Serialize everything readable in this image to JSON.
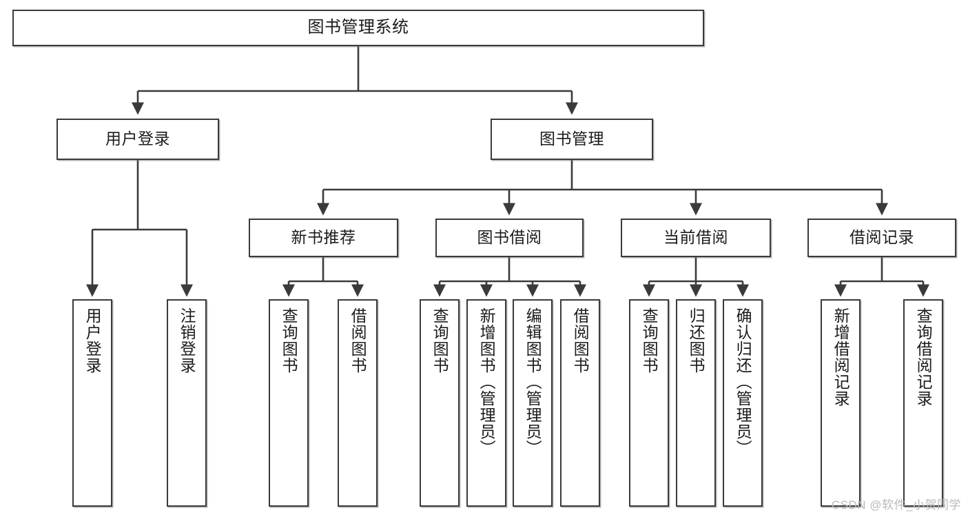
{
  "diagram": {
    "title": "图书管理系统",
    "type": "hierarchy-tree",
    "root": {
      "id": "root",
      "label": "图书管理系统"
    },
    "level2": [
      {
        "id": "user-login",
        "label": "用户登录"
      },
      {
        "id": "book-manage",
        "label": "图书管理"
      }
    ],
    "level3": [
      {
        "id": "new-book-rec",
        "label": "新书推荐",
        "parent": "book-manage"
      },
      {
        "id": "book-borrow",
        "label": "图书借阅",
        "parent": "book-manage"
      },
      {
        "id": "current-borrow",
        "label": "当前借阅",
        "parent": "book-manage"
      },
      {
        "id": "borrow-record",
        "label": "借阅记录",
        "parent": "book-manage"
      }
    ],
    "leaves": [
      {
        "id": "leaf-user-login",
        "label": "用户登录",
        "parent": "user-login"
      },
      {
        "id": "leaf-logout",
        "label": "注销登录",
        "parent": "user-login"
      },
      {
        "id": "leaf-query-book-1",
        "label": "查询图书",
        "parent": "new-book-rec"
      },
      {
        "id": "leaf-borrow-book-1",
        "label": "借阅图书",
        "parent": "new-book-rec"
      },
      {
        "id": "leaf-query-book-2",
        "label": "查询图书",
        "parent": "book-borrow"
      },
      {
        "id": "leaf-add-book",
        "label": "新增图书（管理员）",
        "parent": "book-borrow"
      },
      {
        "id": "leaf-edit-book",
        "label": "编辑图书（管理员）",
        "parent": "book-borrow"
      },
      {
        "id": "leaf-borrow-book-2",
        "label": "借阅图书",
        "parent": "book-borrow"
      },
      {
        "id": "leaf-query-book-3",
        "label": "查询图书",
        "parent": "current-borrow"
      },
      {
        "id": "leaf-return-book",
        "label": "归还图书",
        "parent": "current-borrow"
      },
      {
        "id": "leaf-confirm-return",
        "label": "确认归还（管理员）",
        "parent": "current-borrow"
      },
      {
        "id": "leaf-add-record",
        "label": "新增借阅记录",
        "parent": "borrow-record"
      },
      {
        "id": "leaf-query-record",
        "label": "查询借阅记录",
        "parent": "borrow-record"
      }
    ],
    "colors": {
      "stroke": "#3a3a3a",
      "fill": "#ffffff",
      "text": "#1b1b1b",
      "watermark": "#b9b9b9"
    }
  },
  "watermark": {
    "text": "CSDN @软件_小贺同学"
  }
}
